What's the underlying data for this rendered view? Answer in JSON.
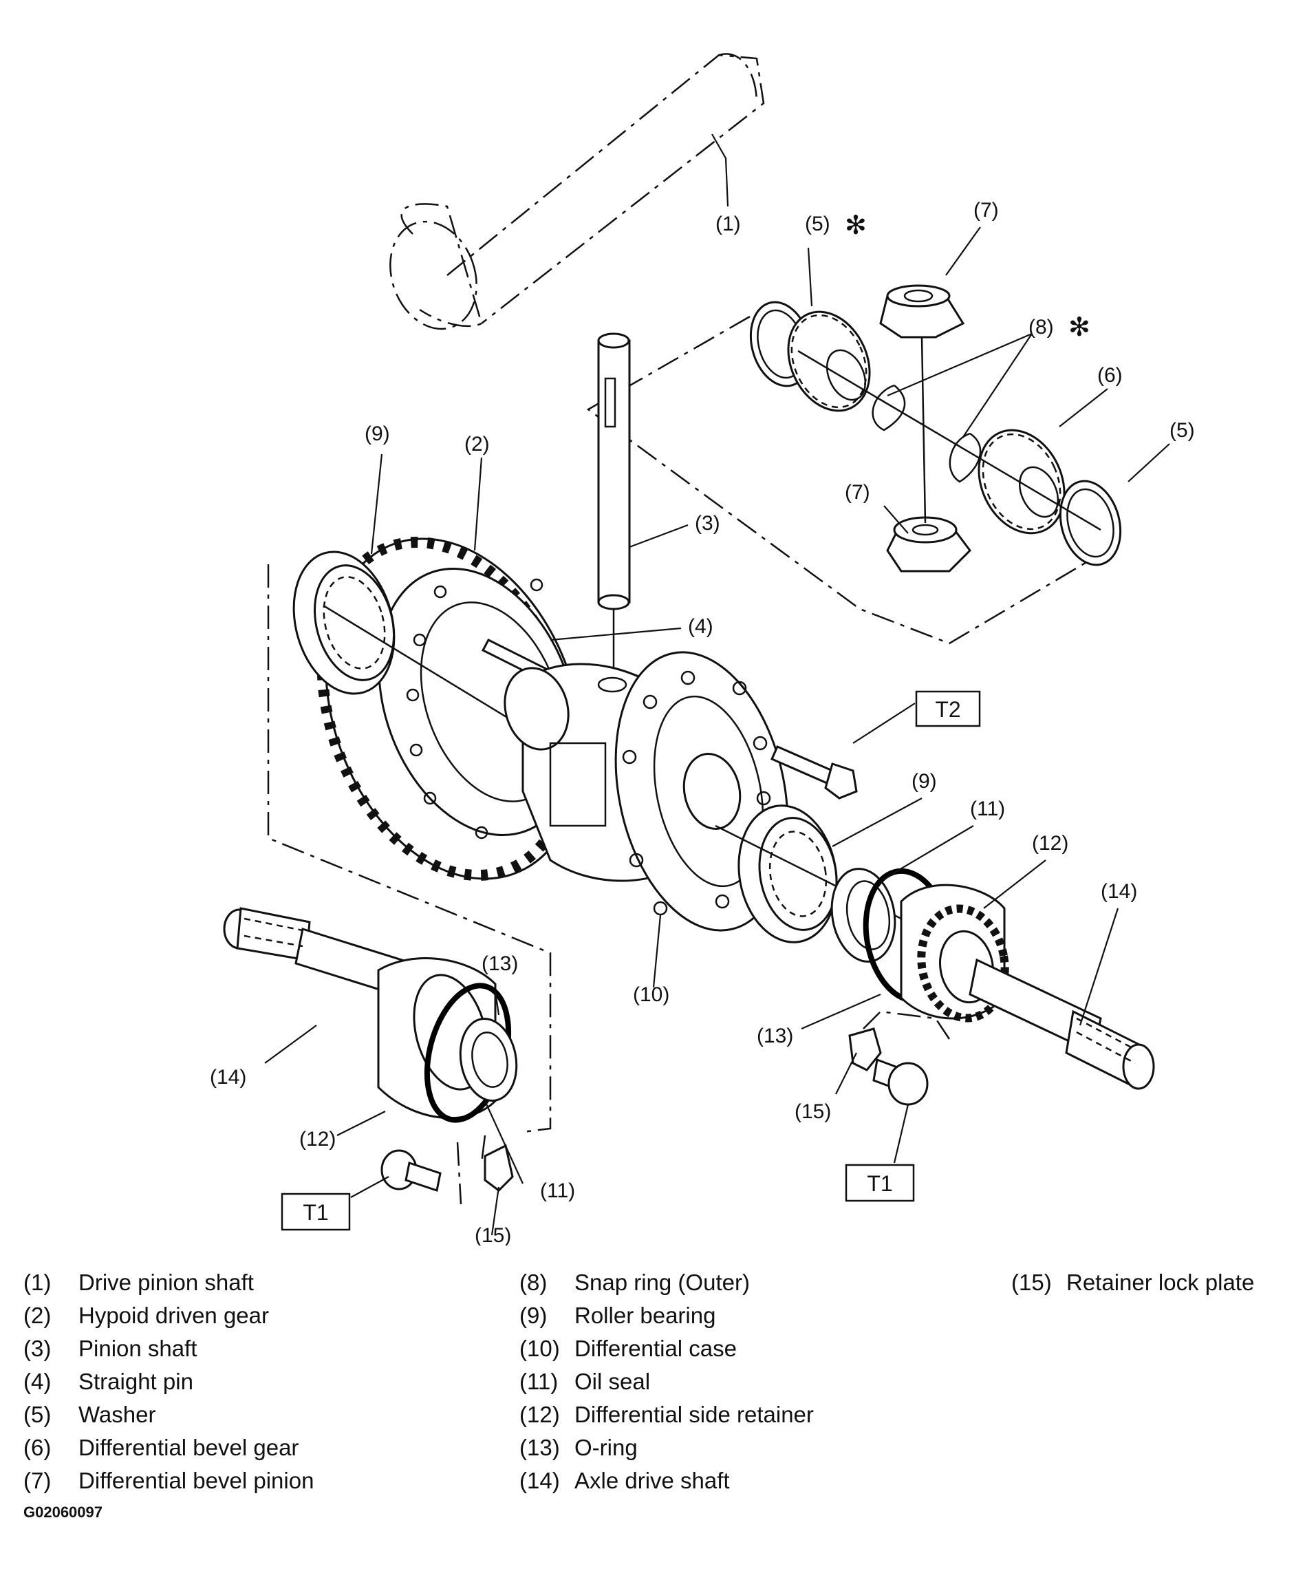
{
  "callouts": {
    "c1": "(1)",
    "c2": "(2)",
    "c3": "(3)",
    "c4": "(4)",
    "c5a": "(5)",
    "c5b": "(5)",
    "c6": "(6)",
    "c7a": "(7)",
    "c7b": "(7)",
    "c8": "(8)",
    "c9a": "(9)",
    "c9b": "(9)",
    "c10": "(10)",
    "c11a": "(11)",
    "c11b": "(11)",
    "c12a": "(12)",
    "c12b": "(12)",
    "c13a": "(13)",
    "c13b": "(13)",
    "c14a": "(14)",
    "c14b": "(14)",
    "c15a": "(15)",
    "c15b": "(15)",
    "asterisk": "✻",
    "t1": "T1",
    "t2": "T2"
  },
  "legend": {
    "col1": [
      {
        "num": "(1)",
        "label": "Drive pinion shaft"
      },
      {
        "num": "(2)",
        "label": "Hypoid driven gear"
      },
      {
        "num": "(3)",
        "label": "Pinion shaft"
      },
      {
        "num": "(4)",
        "label": "Straight pin"
      },
      {
        "num": "(5)",
        "label": "Washer"
      },
      {
        "num": "(6)",
        "label": "Differential bevel gear"
      },
      {
        "num": "(7)",
        "label": "Differential bevel pinion"
      }
    ],
    "col2": [
      {
        "num": "(8)",
        "label": "Snap ring (Outer)"
      },
      {
        "num": "(9)",
        "label": "Roller bearing"
      },
      {
        "num": "(10)",
        "label": "Differential case"
      },
      {
        "num": "(11)",
        "label": "Oil seal"
      },
      {
        "num": "(12)",
        "label": "Differential side retainer"
      },
      {
        "num": "(13)",
        "label": "O-ring"
      },
      {
        "num": "(14)",
        "label": "Axle drive shaft"
      }
    ],
    "col3": [
      {
        "num": "(15)",
        "label": "Retainer lock plate"
      }
    ]
  },
  "figure_code": "G02060097"
}
